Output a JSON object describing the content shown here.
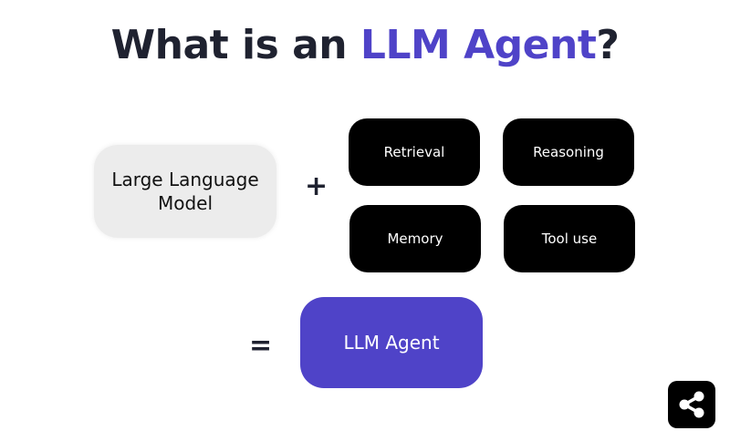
{
  "title": {
    "prefix": "What is an ",
    "highlight": "LLM Agent",
    "suffix": "?"
  },
  "colors": {
    "accent": "#4f43c8",
    "title_text": "#1f2230",
    "llm_box_bg": "#ececec",
    "capability_bg": "#000000"
  },
  "llm": {
    "line1": "Large Language",
    "line2": "Model"
  },
  "operators": {
    "plus": "+",
    "equals": "="
  },
  "capabilities": {
    "retrieval": "Retrieval",
    "reasoning": "Reasoning",
    "memory": "Memory",
    "tool_use": "Tool use"
  },
  "result": {
    "label": "LLM Agent"
  },
  "share": {
    "icon": "share-icon"
  }
}
